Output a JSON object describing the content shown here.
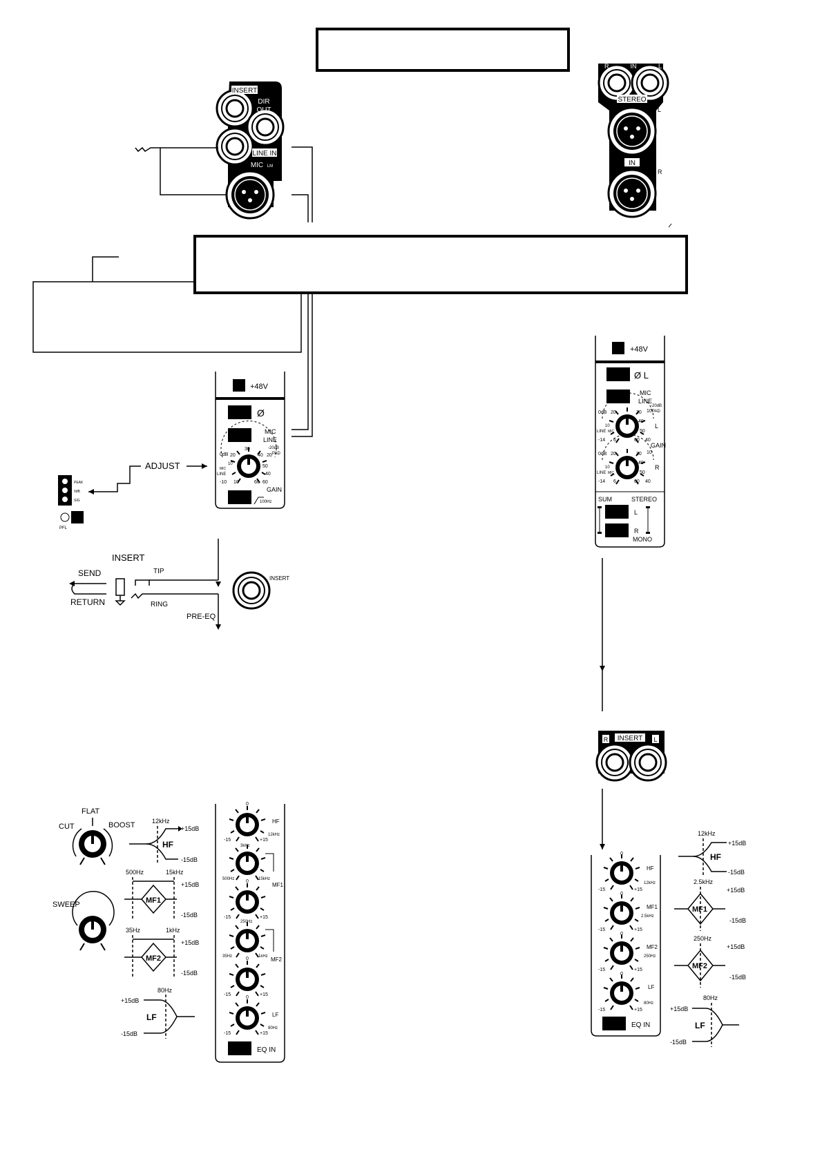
{
  "colors": {
    "ink": "#000000",
    "paper": "#ffffff",
    "panel": "#000000"
  },
  "mono_channel": {
    "jacks": {
      "insert": "INSERT",
      "dir_out_1": "DIR",
      "dir_out_2": "OUT",
      "line_in": "LINE IN",
      "mic": "MIC",
      "mic_sub": "LM"
    },
    "preamp": {
      "phantom": "+48V",
      "phase": "Ø",
      "mic": "MIC",
      "line": "LINE",
      "pad_1": "-20dB",
      "pad_2": "PAD",
      "gain": "GAIN",
      "hpf": "100Hz",
      "scale": [
        "0dB",
        "20",
        "30",
        "40",
        "20",
        "10",
        "MIC",
        "LINE",
        "-10",
        "10",
        "60",
        "60",
        "40",
        "50"
      ]
    },
    "adjust": "ADJUST",
    "meter": {
      "peak": "PEAK",
      "sig1": "0dB",
      "sig2": "SIG",
      "pfl": "PFL"
    },
    "insert_diagram": {
      "insert": "INSERT",
      "send": "SEND",
      "return": "RETURN",
      "tip": "TIP",
      "ring": "RING",
      "pre_eq": "PRE-EQ",
      "jack": "INSERT"
    },
    "eq_legend": {
      "flat": "FLAT",
      "cut": "CUT",
      "boost": "BOOST",
      "sweep": "SWEEP",
      "hf_freq": "12kHz",
      "hf": "HF",
      "plus": "+15dB",
      "minus": "-15dB",
      "mf1_lo": "500Hz",
      "mf1_hi": "15kHz",
      "mf1": "MF1",
      "mf2_lo": "35Hz",
      "mf2_hi": "1kHz",
      "mf2": "MF2",
      "lf_freq": "80Hz",
      "lf": "LF"
    },
    "eq_strip": {
      "zero": "0",
      "m15": "-15",
      "p15": "+15",
      "hf": "HF",
      "hf_f": "12kHz",
      "mf1_lo": "500Hz",
      "mf1_hi": "15kHz",
      "mf1_f": "3kHz",
      "mf1": "MF1",
      "mf2_lo": "35Hz",
      "mf2_hi": "1kHz",
      "mf2_f": "250Hz",
      "mf2": "MF2",
      "lf": "LF",
      "lf_f": "80Hz",
      "eq_in": "EQ IN"
    }
  },
  "stereo_channel": {
    "jacks": {
      "r": "R",
      "in": "IN",
      "l": "L",
      "stereo": "STEREO",
      "xlr_l": "L",
      "xlr_in": "IN",
      "xlr_r": "R"
    },
    "preamp": {
      "phantom": "+48V",
      "phase": "Ø L",
      "mic": "MIC",
      "line": "LINE",
      "pad_1": "-20dB",
      "pad_2": "PAD",
      "l": "L",
      "r": "R",
      "gain": "GAIN",
      "scale": [
        "0dB",
        "20",
        "30",
        "10",
        "10",
        "LINE",
        "MIC",
        "-14",
        "6",
        "60",
        "40",
        "50",
        "40"
      ]
    },
    "mode": {
      "sum": "SUM",
      "stereo": "STEREO",
      "l": "L",
      "r": "R",
      "mono": "MONO"
    },
    "insert": {
      "label": "INSERT",
      "r": "R",
      "l": "L"
    },
    "eq_strip": {
      "zero": "0",
      "m15": "-15",
      "p15": "+15",
      "hf": "HF",
      "hf_f": "12kHz",
      "mf1": "MF1",
      "mf1_f": "2.5kHz",
      "mf2": "MF2",
      "mf2_f": "250Hz",
      "lf": "LF",
      "lf_f": "80Hz",
      "eq_in": "EQ IN"
    },
    "eq_legend": {
      "hf_freq": "12kHz",
      "hf": "HF",
      "plus": "+15dB",
      "minus": "-15dB",
      "mf1_freq": "2.5kHz",
      "mf1": "MF1",
      "mf2_freq": "250Hz",
      "mf2": "MF2",
      "lf_freq": "80Hz",
      "lf": "LF"
    }
  }
}
